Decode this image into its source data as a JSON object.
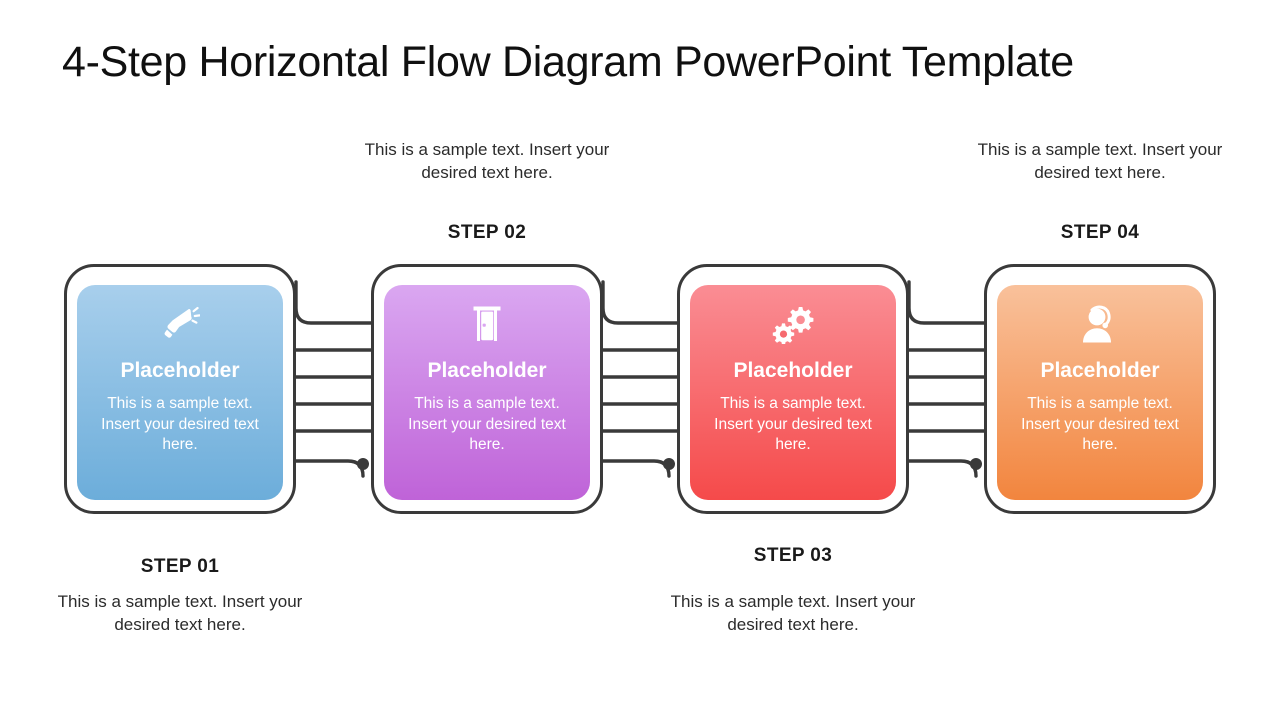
{
  "slide": {
    "title": "4-Step Horizontal Flow Diagram PowerPoint Template",
    "background_color": "#FFFFFF",
    "outline_color": "#3A3A3A",
    "connector_color": "#3A3A3A"
  },
  "steps": [
    {
      "label": "STEP 01",
      "description": "This is a sample text. Insert your desired text here.",
      "card_title": "Placeholder",
      "card_body": "This is a sample text. Insert your desired text here.",
      "icon": "megaphone-icon",
      "label_position": "below",
      "gradient_from": "#A8CFEC",
      "gradient_to": "#6CADDA"
    },
    {
      "label": "STEP 02",
      "description": "This is a sample text. Insert your desired text here.",
      "card_title": "Placeholder",
      "card_body": "This is a sample text. Insert your desired text here.",
      "icon": "door-icon",
      "label_position": "above",
      "gradient_from": "#DAA7F1",
      "gradient_to": "#BF63D8"
    },
    {
      "label": "STEP 03",
      "description": "This is a sample text. Insert your desired text here.",
      "card_title": "Placeholder",
      "card_body": "This is a sample text. Insert your desired text here.",
      "icon": "gears-icon",
      "label_position": "below",
      "gradient_from": "#FA8D94",
      "gradient_to": "#F54A4A"
    },
    {
      "label": "STEP 04",
      "description": "This is a sample text. Insert your desired text here.",
      "card_title": "Placeholder",
      "card_body": "This is a sample text. Insert your desired text here.",
      "icon": "headset-person-icon",
      "label_position": "above",
      "gradient_from": "#F9C19B",
      "gradient_to": "#F2853E"
    }
  ]
}
